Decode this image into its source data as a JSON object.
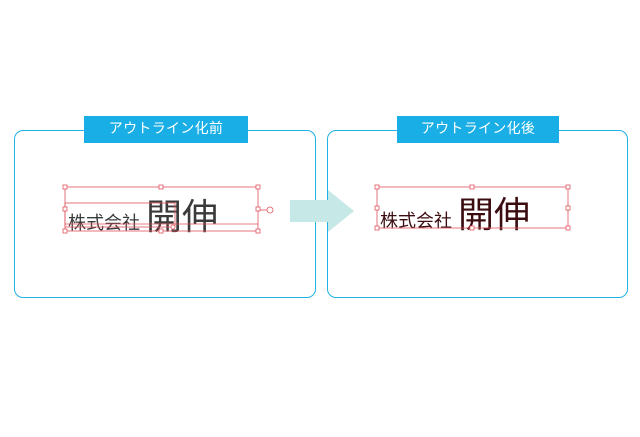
{
  "before": {
    "title": "アウトライン化前",
    "text_small": "株式会社",
    "text_big": "開伸"
  },
  "after": {
    "title": "アウトライン化後",
    "text_small": "株式会社",
    "text_big": "開伸"
  },
  "colors": {
    "accent": "#19aee6",
    "panel_border": "#22b1e6",
    "arrow": "#c6e8e7",
    "selection": "#e0525c",
    "outlined_text": "#3b0c10"
  },
  "icons": {
    "transition": "arrow-right-icon"
  }
}
